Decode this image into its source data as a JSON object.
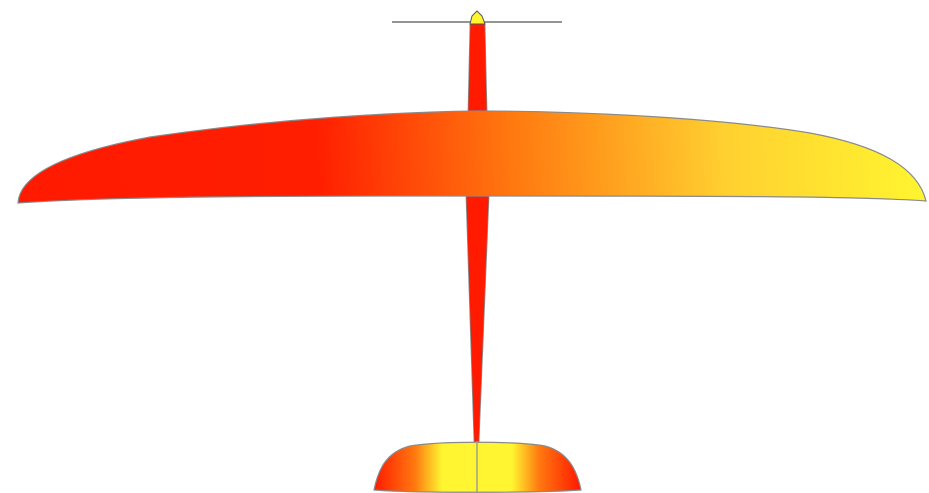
{
  "colors": {
    "background": "#ffffff",
    "red": "#ff1a00",
    "orange": "#ff8a10",
    "yellow": "#fff530",
    "outline": "#8a8a8a",
    "line": "#555555"
  },
  "parts": [
    "main-wing",
    "fuselage",
    "nose-cone",
    "canard",
    "tailplane",
    "centerline"
  ]
}
